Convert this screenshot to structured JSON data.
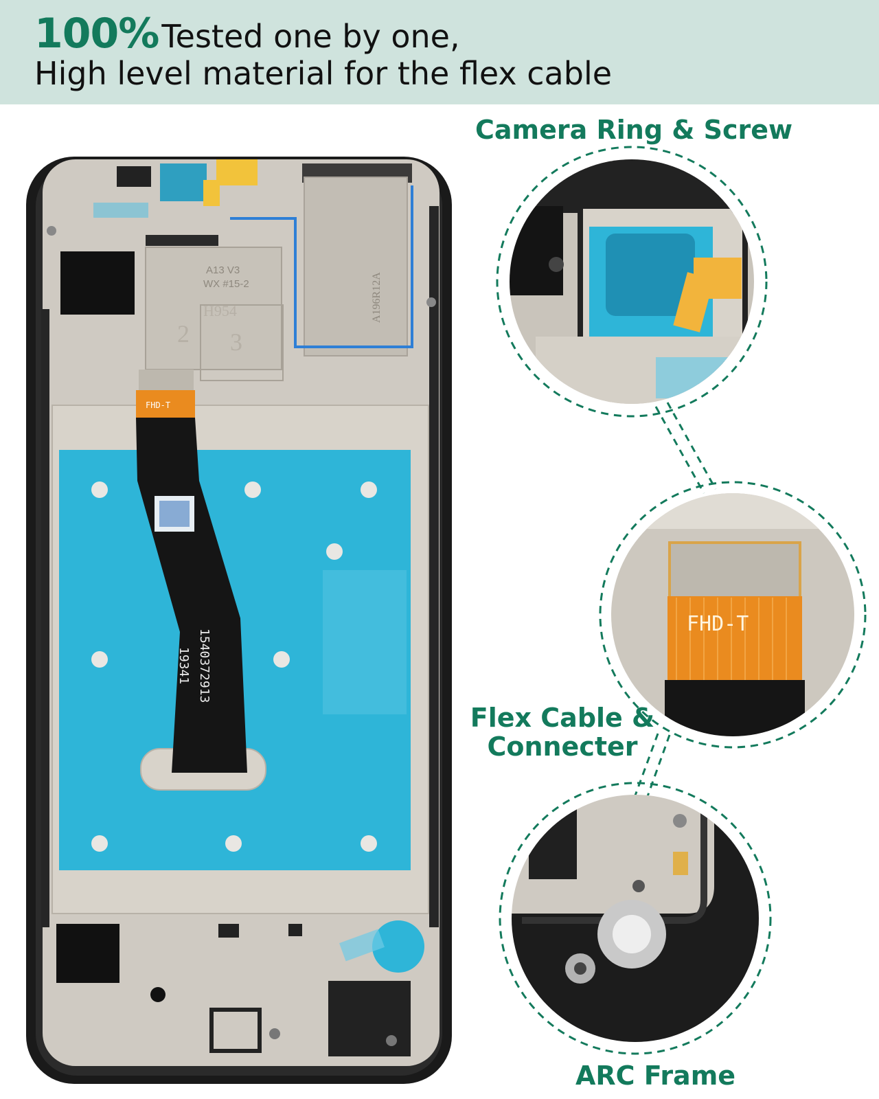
{
  "banner": {
    "percent": "100%",
    "line1_rest": "Tested one by one,",
    "line2": "High level material for the flex cable",
    "background": "#cfe3dd",
    "accent": "#137a5c"
  },
  "product": {
    "connector_label": "FHD-T",
    "cable_code_1": "1540372913",
    "cable_code_2": "19341",
    "frame_marks": [
      "A13 V3",
      "WX #15-2",
      "A196R12A",
      "H954",
      "2",
      "3"
    ]
  },
  "callouts": {
    "camera": {
      "label": "Camera Ring & Screw",
      "icon": "camera-ring-zoom-icon"
    },
    "flex": {
      "label_line1": "Flex Cable &",
      "label_line2": "Connecter",
      "zoom_text": "FHD-T",
      "icon": "flex-connector-zoom-icon"
    },
    "arc": {
      "label": "ARC Frame",
      "icon": "arc-frame-zoom-icon"
    }
  }
}
